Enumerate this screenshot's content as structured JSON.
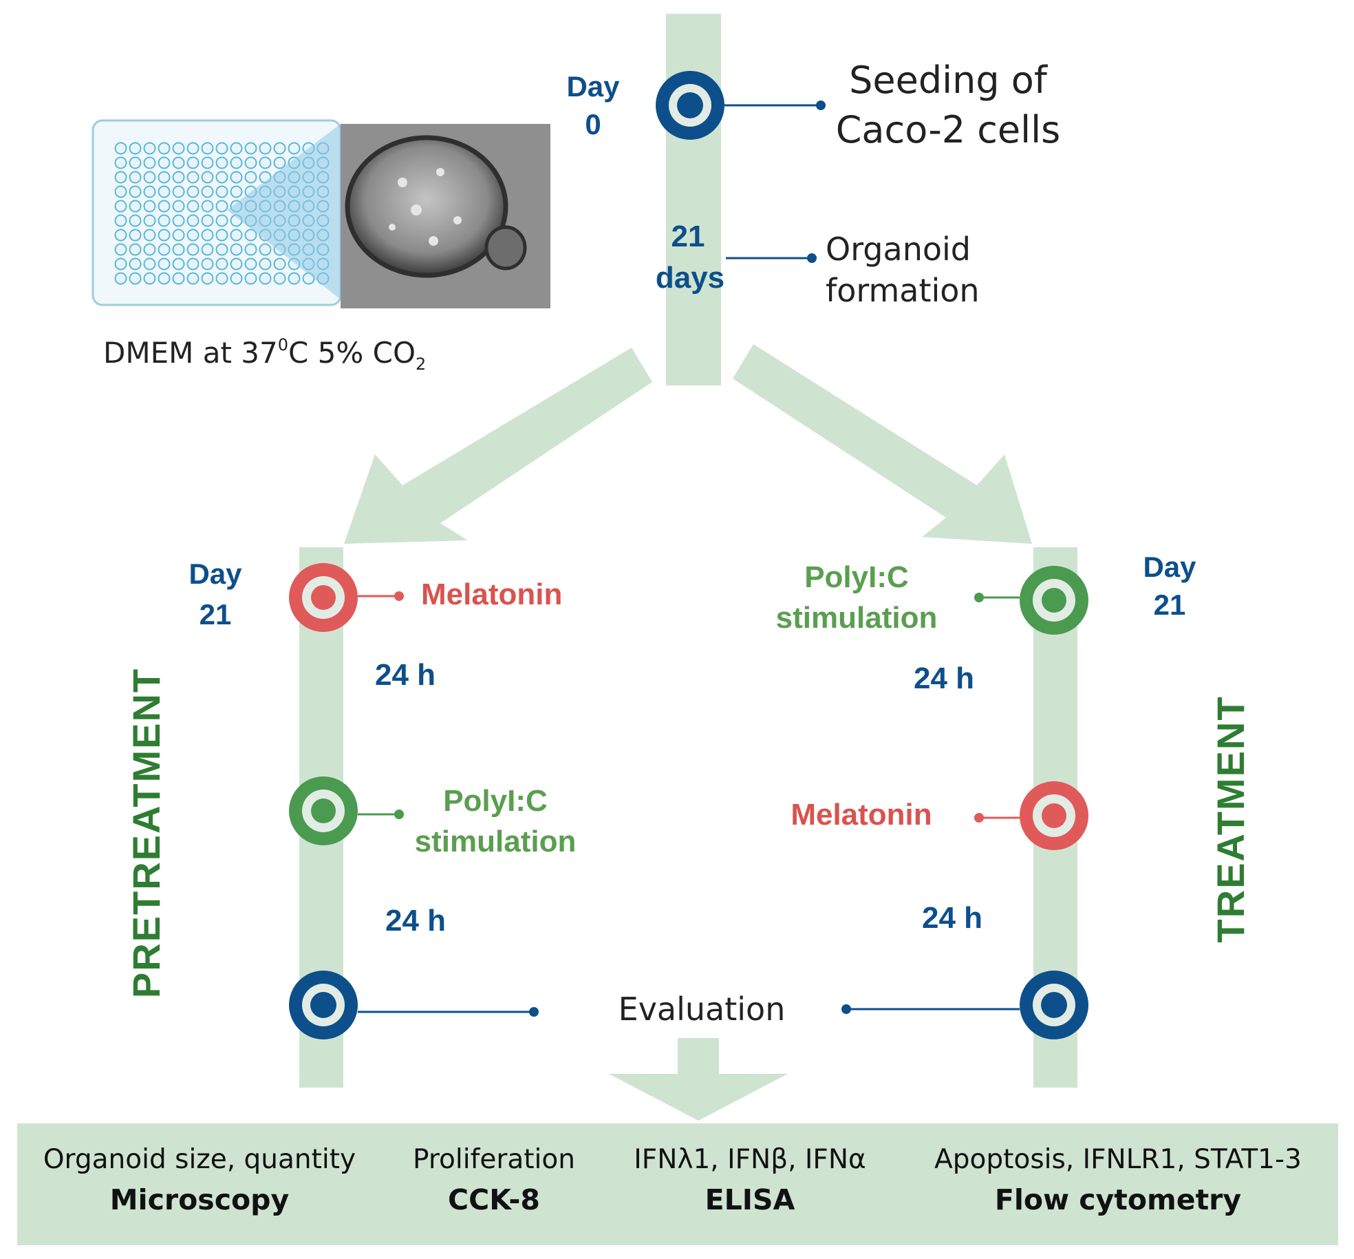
{
  "top": {
    "day_word": "Day",
    "day_num": "0",
    "seeding_line1": "Seeding of",
    "seeding_line2": "Caco-2 cells",
    "interval_num": "21",
    "interval_unit": "days",
    "organoid_line1": "Organoid",
    "organoid_line2": "formation",
    "medium_main": "DMEM at 37",
    "medium_sup": "0",
    "medium_mid": "C 5% CO",
    "medium_sub": "2"
  },
  "left_branch": {
    "phase_label": "PRETREATMENT",
    "day_word": "Day",
    "day_num": "21",
    "step1_label": "Melatonin",
    "interval1": "24 h",
    "step2_line1": "PolyI:C",
    "step2_line2": "stimulation",
    "interval2": "24 h"
  },
  "right_branch": {
    "phase_label": "TREATMENT",
    "day_word": "Day",
    "day_num": "21",
    "step1_line1": "PolyI:C",
    "step1_line2": "stimulation",
    "interval1": "24 h",
    "step2_label": "Melatonin",
    "interval2": "24 h"
  },
  "evaluation_label": "Evaluation",
  "methods": [
    {
      "measure": "Organoid size, quantity",
      "method": "Microscopy"
    },
    {
      "measure": "Proliferation",
      "method": "CCK-8"
    },
    {
      "measure": "IFNλ1, IFNβ, IFNα",
      "method": "ELISA"
    },
    {
      "measure": "Apoptosis, IFNLR1, STAT1-3",
      "method": "Flow cytometry"
    }
  ],
  "colors": {
    "track": "#cfe3d1",
    "navy": "#0d4f8b",
    "red": "#e05a5a",
    "green": "#4a9a4f",
    "ring_inner": "#e2ece4"
  }
}
